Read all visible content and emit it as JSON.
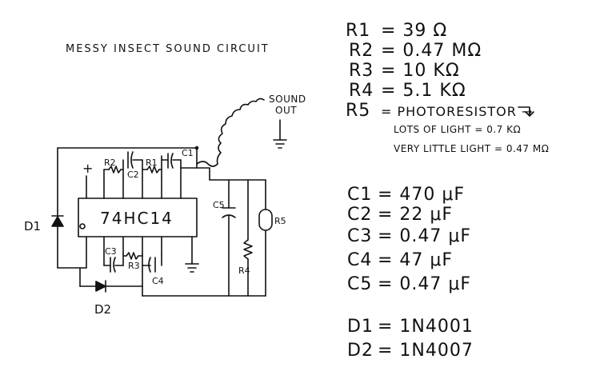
{
  "title": "MESSY INSECT SOUND CIRCUIT",
  "chip_label": "74HC14",
  "output_label_line1": "SOUND",
  "output_label_line2": "OUT",
  "plus_sign": "+",
  "components_on_schematic": {
    "D1": "D1",
    "D2": "D2",
    "R1": "R1",
    "R2": "R2",
    "R3": "R3",
    "R4": "R4",
    "R5": "R5",
    "C1": "C1",
    "C2": "C2",
    "C3": "C3",
    "C4": "C4",
    "C5": "C5"
  },
  "resistors": [
    {
      "name": "R1",
      "value": "= 39 Ω"
    },
    {
      "name": "R2",
      "value": "= 0.47 MΩ"
    },
    {
      "name": "R3",
      "value": "= 10 KΩ"
    },
    {
      "name": "R4",
      "value": "= 5.1 KΩ"
    },
    {
      "name": "R5",
      "value": "= PHOTORESISTOR →"
    }
  ],
  "photoresistor_notes": [
    "LOTS OF LIGHT = 0.7 KΩ",
    "VERY LITTLE LIGHT = 0.47 MΩ"
  ],
  "capacitors": [
    {
      "name": "C1",
      "value": "= 470 μF"
    },
    {
      "name": "C2",
      "value": "= 22 μF"
    },
    {
      "name": "C3",
      "value": "= 0.47 μF"
    },
    {
      "name": "C4",
      "value": "= 47 μF"
    },
    {
      "name": "C5",
      "value": "= 0.47 μF"
    }
  ],
  "diodes": [
    {
      "name": "D1",
      "value": "= 1N4001"
    },
    {
      "name": "D2",
      "value": "= 1N4007"
    }
  ]
}
